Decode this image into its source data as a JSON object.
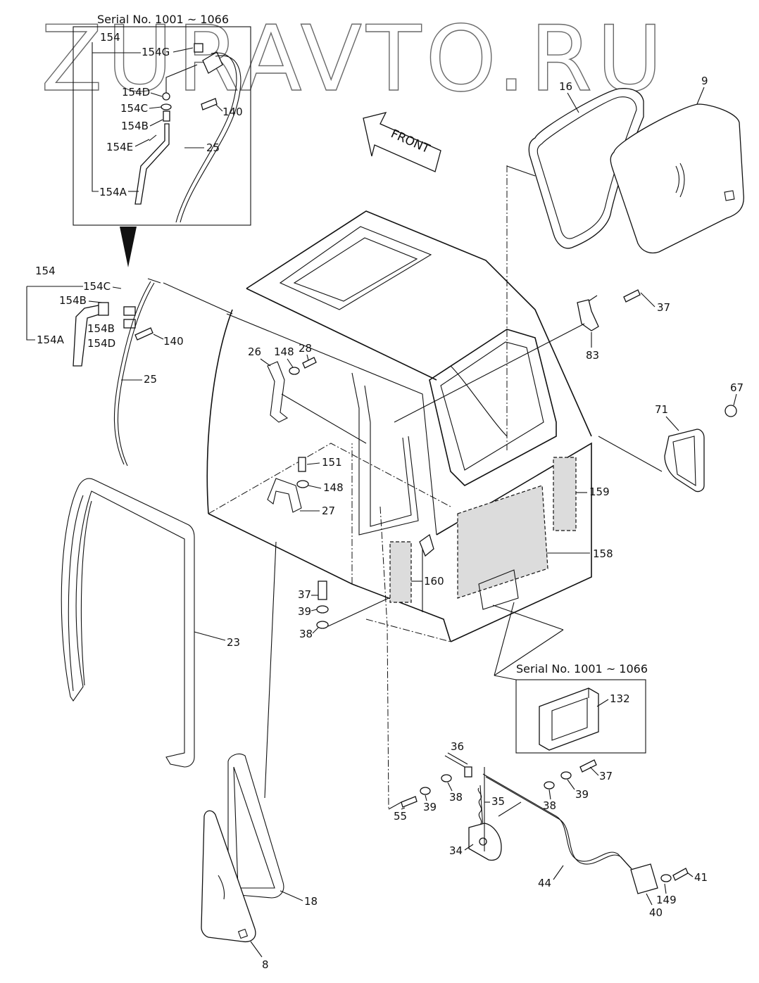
{
  "watermark": "ZURAVTO.RU",
  "serial_top": "Serial No. 1001 ~ 1066",
  "serial_box": "Serial No. 1001 ~ 1066",
  "front_arrow": "FRONT",
  "labels": {
    "l154_top": "154",
    "l154G": "154G",
    "l154D_top": "154D",
    "l154C_top": "154C",
    "l154B_top": "154B",
    "l154E": "154E",
    "l154A_top": "154A",
    "l140_top": "140",
    "l25_top": "25",
    "l154_left": "154",
    "l154C_left": "154C",
    "l154B_left": "154B",
    "l154A_left": "154A",
    "l154B_left2": "154B",
    "l154D_left": "154D",
    "l140_left": "140",
    "l25_left": "25",
    "l16": "16",
    "l9": "9",
    "l37_r": "37",
    "l83": "83",
    "l67": "67",
    "l71": "71",
    "l159": "159",
    "l158": "158",
    "l26": "26",
    "l148_a": "148",
    "l28": "28",
    "l151": "151",
    "l148_b": "148",
    "l27": "27",
    "l160": "160",
    "l37_c": "37",
    "l39_c": "39",
    "l38_c": "38",
    "l23": "23",
    "l132": "132",
    "l36": "36",
    "l37_b": "37",
    "l55": "55",
    "l39_b": "39",
    "l38_b": "38",
    "l35": "35",
    "l38_b2": "38",
    "l39_b2": "39",
    "l34": "34",
    "l44": "44",
    "l41": "41",
    "l149": "149",
    "l40": "40",
    "l18": "18",
    "l8": "8"
  }
}
